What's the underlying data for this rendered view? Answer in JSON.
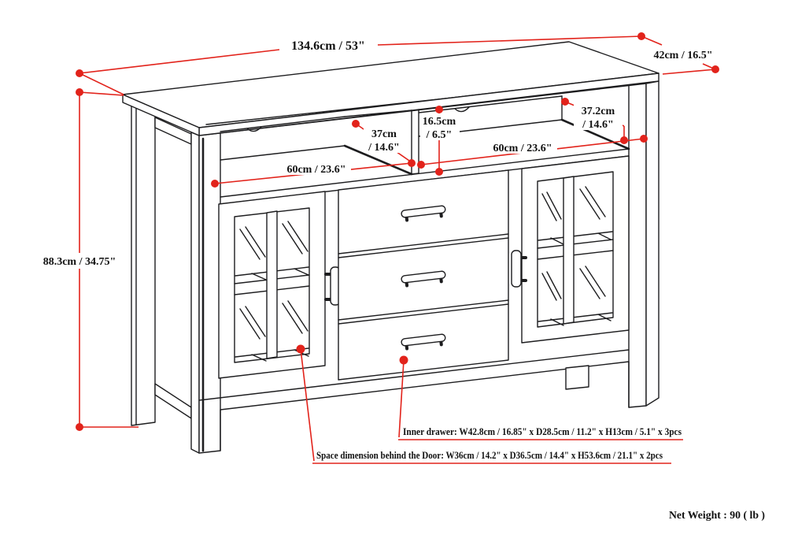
{
  "colors": {
    "line": "#1d1d1f",
    "dimension_red": "#e2231b",
    "background": "#ffffff"
  },
  "dimensions": {
    "overall_width": {
      "label": "134.6cm / 53\""
    },
    "overall_depth": {
      "label": "42cm / 16.5\""
    },
    "overall_height": {
      "label": "88.3cm / 34.75\""
    },
    "left_shelf_width": {
      "label": "60cm / 23.6\""
    },
    "right_shelf_width": {
      "label": "60cm / 23.6\""
    },
    "shelf_opening_height": {
      "line1": "16.5cm",
      "line2": "/ 6.5\""
    },
    "left_shelf_depth": {
      "line1": "37cm",
      "line2": "/ 14.6\""
    },
    "right_shelf_depth": {
      "line1": "37.2cm",
      "line2": "/ 14.6\""
    }
  },
  "annotations": {
    "inner_drawer": "Inner drawer: W42.8cm / 16.85\" x D28.5cm / 11.2\" x H13cm / 5.1\" x 3pcs",
    "door_space": "Space dimension behind the Door: W36cm / 14.2\" x D36.5cm / 14.4\" x H53.6cm / 21.1\" x 2pcs",
    "net_weight": "Net Weight : 90 ( lb )"
  }
}
